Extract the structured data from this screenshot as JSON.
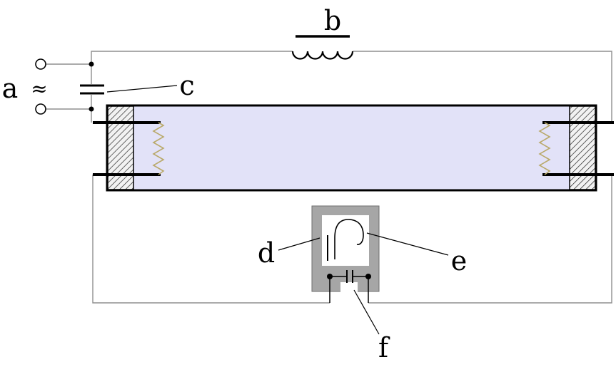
{
  "labels": {
    "a": "a",
    "b": "b",
    "c": "c",
    "d": "d",
    "e": "e",
    "f": "f",
    "ac_symbol": "≈"
  },
  "colors": {
    "background": "#ffffff",
    "tube_fill": "#e2e2f8",
    "tube_border": "#000000",
    "filament": "#b9a96a",
    "starter_body": "#a6a6a6",
    "wire": "#8f8f8f",
    "component": "#000000"
  }
}
